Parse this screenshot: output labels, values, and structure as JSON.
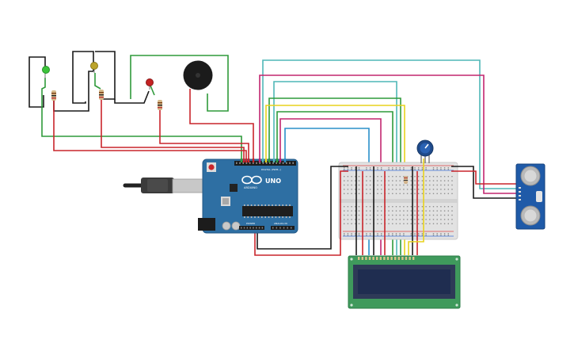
{
  "board": {
    "brand": "ARDUINO",
    "model": "UNO",
    "digital_label": "DIGITAL (PWM~)",
    "power_label": "POWER",
    "analog_label": "ANALOG IN"
  },
  "colors": {
    "wire_black": "#1a1a1a",
    "wire_red": "#c9252b",
    "wire_green": "#2f9a3a",
    "wire_teal": "#4fb7b7",
    "wire_magenta": "#c2266f",
    "wire_yellow": "#e8d21d",
    "wire_blue": "#2a8fc9",
    "board_blue": "#2e6fa3",
    "lcd_green": "#3f9a5c",
    "lcd_screen": "#1f2d50"
  },
  "components": {
    "led_green": "green-led",
    "led_yellow": "yellow-led",
    "led_red": "red-led",
    "buzzer": "piezo-buzzer",
    "potentiometer": "potentiometer",
    "ultrasonic": "ultrasonic-sensor",
    "lcd": "lcd-16x2",
    "breadboard": "breadboard"
  }
}
